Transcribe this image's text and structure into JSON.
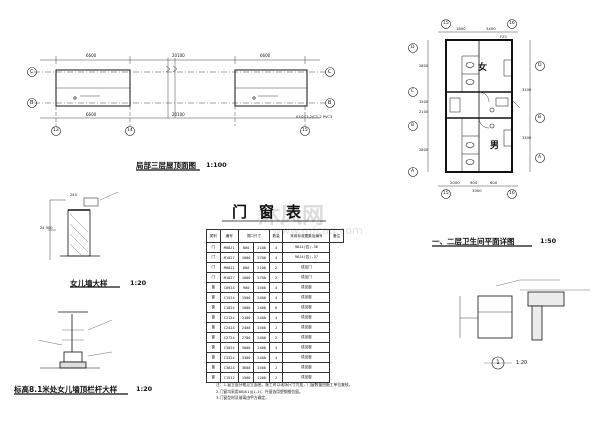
{
  "roof_plan": {
    "title": "局部三层屋顶面图",
    "scale": "1:100",
    "dims": [
      "6600",
      "6600",
      "20100",
      "20100",
      "6600"
    ],
    "axes_right": [
      "C",
      "B"
    ],
    "axes_bottom": [
      "13",
      "14",
      "15"
    ],
    "axes_left": [
      "C",
      "B"
    ],
    "note": "03J201-2/C1-2 PVC3"
  },
  "parapet_detail": {
    "title": "女儿墙大样",
    "scale": "1:20",
    "dims": [
      "240",
      "24 500"
    ]
  },
  "railing_detail": {
    "title": "标高8.1米处女儿墙顶栏杆大样",
    "scale": "1:20"
  },
  "window_table": {
    "title": "门窗表",
    "headers": [
      "类别",
      "编号",
      "洞口尺寸",
      "数量",
      "采用标准图集及编号",
      "备注"
    ],
    "rows": [
      [
        "门",
        "M0821",
        "800",
        "2100",
        "4",
        "98J4(四)-36"
      ],
      [
        "门",
        "M1027",
        "1000",
        "2700",
        "4",
        "98J4(四)-37"
      ],
      [
        "门",
        "M0821",
        "800",
        "2100",
        "2",
        "成品门"
      ],
      [
        "门",
        "M1827",
        "1800",
        "2700",
        "2",
        "成品门"
      ],
      [
        "窗",
        "C0924",
        "900",
        "2400",
        "4",
        "成品窗"
      ],
      [
        "窗",
        "C1524",
        "1500",
        "2400",
        "4",
        "成品窗"
      ],
      [
        "窗",
        "C1824",
        "1800",
        "2400",
        "6",
        "成品窗"
      ],
      [
        "窗",
        "C2124",
        "2100",
        "2400",
        "4",
        "成品窗"
      ],
      [
        "窗",
        "C2424",
        "2400",
        "2400",
        "2",
        "成品窗"
      ],
      [
        "窗",
        "C2724",
        "2700",
        "2400",
        "2",
        "成品窗"
      ],
      [
        "窗",
        "C3024",
        "3000",
        "2400",
        "4",
        "成品窗"
      ],
      [
        "窗",
        "C3324",
        "3300",
        "2400",
        "4",
        "成品窗"
      ],
      [
        "窗",
        "C3624",
        "3600",
        "2400",
        "2",
        "成品窗"
      ],
      [
        "窗",
        "C1512",
        "1500",
        "1200",
        "2",
        "成品窗"
      ]
    ],
    "notes": [
      "注：1.窗立面分格见立面图，施工时以现场尺寸为准，门窗数量由施工单位复核。",
      "2.门窗均采用88JX1(JJ1-1)；外窗选用塑钢推拉窗。",
      "3.门窗型材及玻璃由甲方确定。"
    ]
  },
  "toilet_plan": {
    "title": "一、二层卫生间平面详图",
    "scale": "1:50",
    "female": "女",
    "male": "男",
    "top_dims": [
      "1800",
      "3400",
      "FZ1"
    ],
    "bottom_dims": [
      "2000",
      "900",
      "600",
      "3900"
    ],
    "left_axes": [
      "D",
      "C",
      "B",
      "A"
    ],
    "top_axes": [
      "15",
      "16"
    ],
    "bottom_axes": [
      "15",
      "16"
    ],
    "right_axes": [
      "D",
      "B",
      "A"
    ],
    "left_dims": [
      "2800",
      "1500",
      "2100",
      "2800"
    ],
    "right_dims": [
      "3100",
      "3300"
    ],
    "callout": "1"
  },
  "bottom_right_detail": {
    "marker": "1",
    "scale": "1:20"
  },
  "watermark": {
    "text": "沐风网",
    "url": "www.mfcad.com"
  }
}
